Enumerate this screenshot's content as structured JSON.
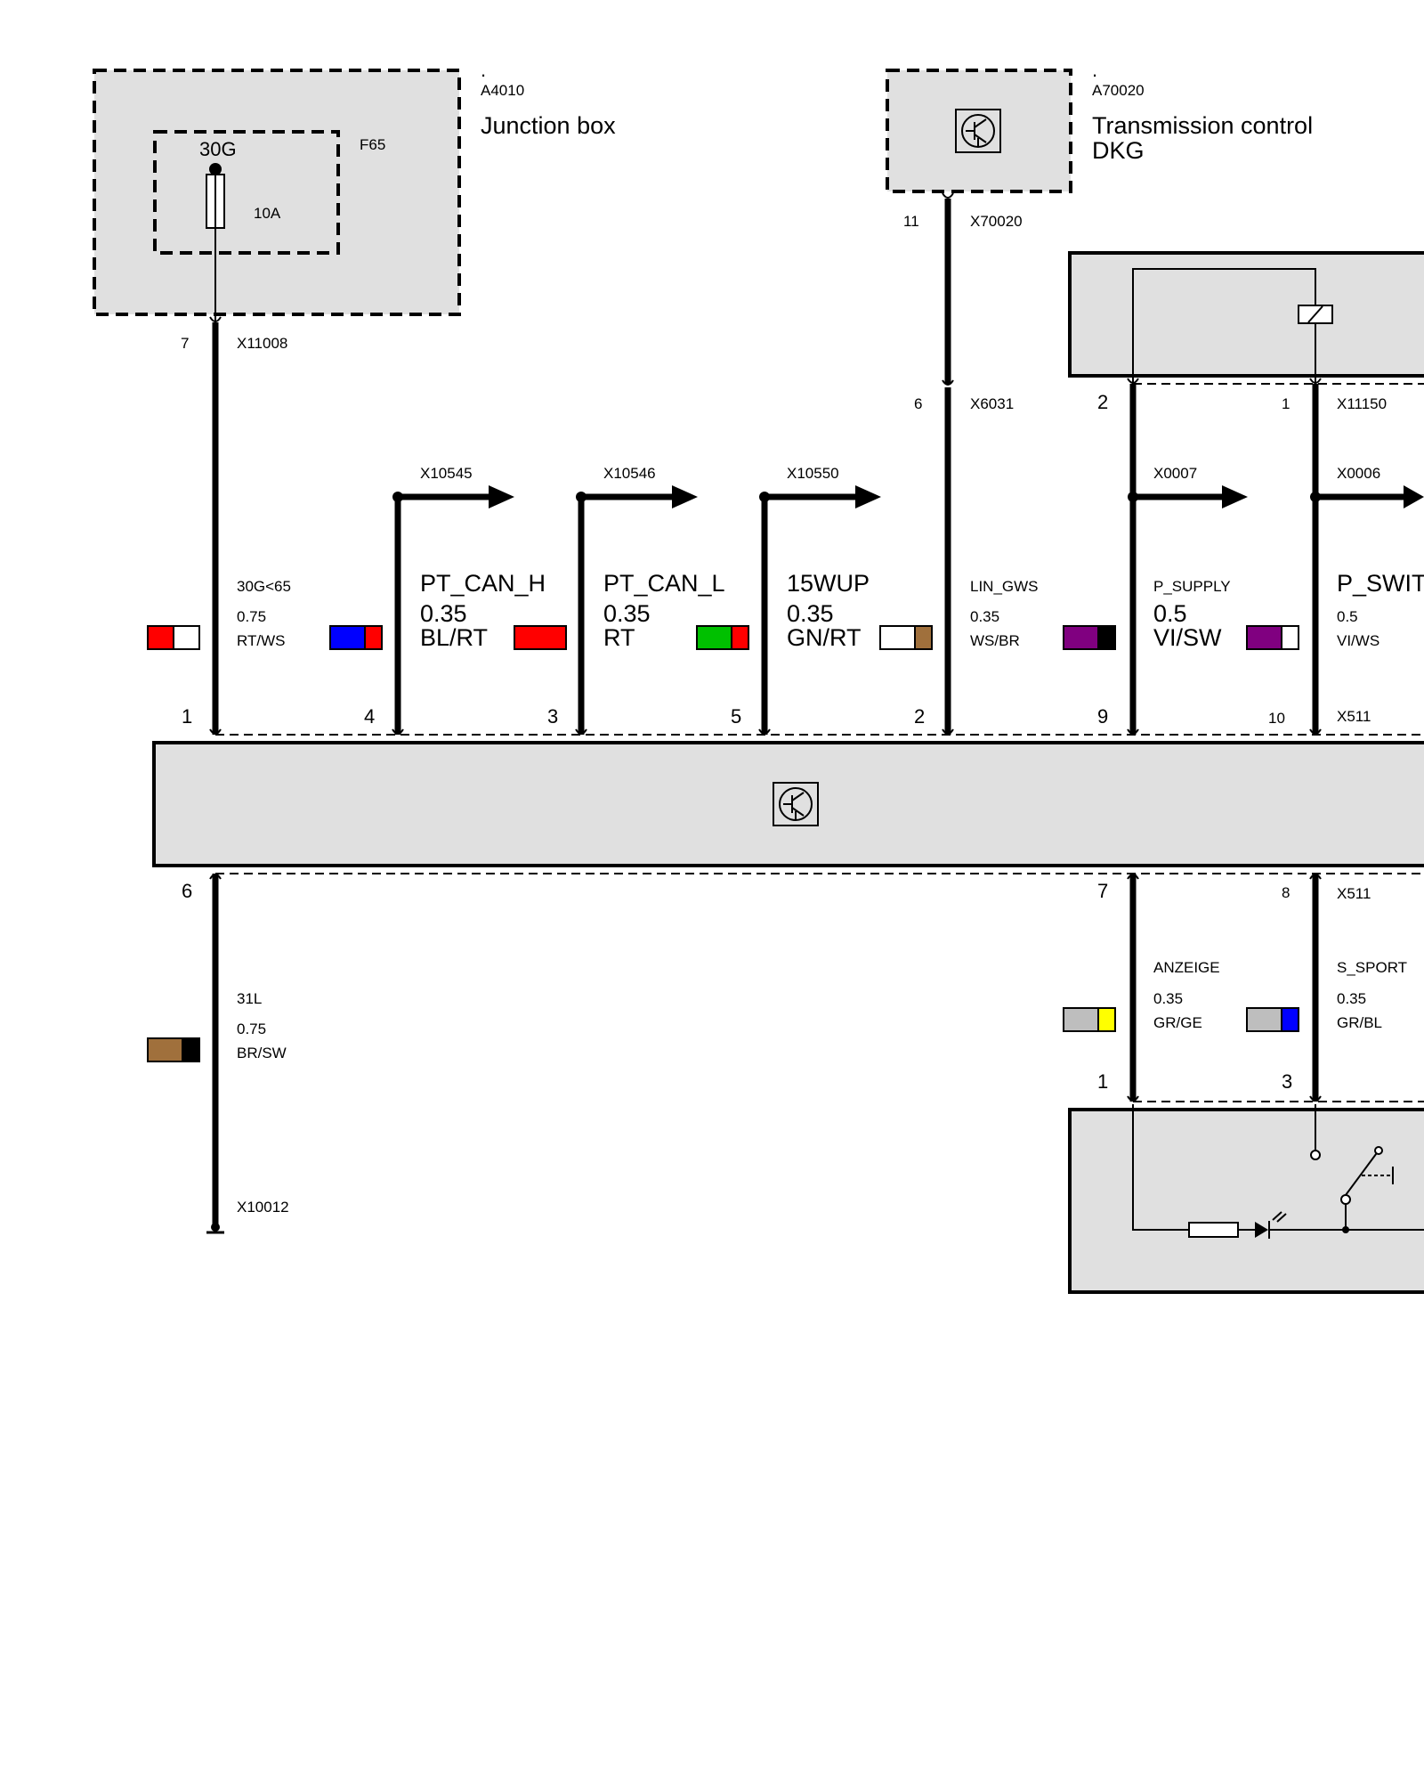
{
  "junction_box": {
    "dot": ".",
    "code": "A4010",
    "name": "Junction box",
    "fuse_terminal": "30G",
    "fuse_id": "F65",
    "fuse_rating": "10A",
    "pin": "7",
    "connector": "X11008"
  },
  "transmission_control": {
    "dot": ".",
    "code": "A70020",
    "name_line1": "Transmission control",
    "name_line2": "DKG",
    "pin": "11",
    "connector": "X70020",
    "inline_pin": "6",
    "inline_connector": "X6031"
  },
  "relay_module": {
    "pin_a": "2",
    "pin_b": "1",
    "connector": "X11150"
  },
  "branches": [
    {
      "connector": "X10545"
    },
    {
      "connector": "X10546"
    },
    {
      "connector": "X10550"
    },
    {
      "connector": "X0007"
    },
    {
      "connector": "X0006"
    }
  ],
  "top_wires": [
    {
      "signal": "30G<65",
      "gauge": "0.75",
      "color_code": "RT/WS",
      "colors": [
        "#ff0000",
        "#ffffff"
      ],
      "pin": "1"
    },
    {
      "signal": "PT_CAN_H",
      "gauge": "0.35",
      "color_code": "BL/RT",
      "colors": [
        "#0000ff",
        "#ff0000"
      ],
      "pin": "4"
    },
    {
      "signal": "PT_CAN_L",
      "gauge": "0.35",
      "color_code": "RT",
      "colors": [
        "#ff0000",
        "#ff0000"
      ],
      "pin": "3"
    },
    {
      "signal": "15WUP",
      "gauge": "0.35",
      "color_code": "GN/RT",
      "colors": [
        "#00c000",
        "#ff0000"
      ],
      "pin": "5"
    },
    {
      "signal": "LIN_GWS",
      "gauge": "0.35",
      "color_code": "WS/BR",
      "colors": [
        "#ffffff",
        "#a0703c"
      ],
      "pin": "2"
    },
    {
      "signal": "P_SUPPLY",
      "gauge": "0.5",
      "color_code": "VI/SW",
      "colors": [
        "#800080",
        "#000000"
      ],
      "pin": "9"
    },
    {
      "signal": "P_SWITCH",
      "gauge": "0.5",
      "color_code": "VI/WS",
      "colors": [
        "#800080",
        "#ffffff"
      ],
      "pin": "10"
    }
  ],
  "main_connector": "X511",
  "bottom_wires": [
    {
      "signal": "31L",
      "gauge": "0.75",
      "color_code": "BR/SW",
      "colors": [
        "#a0703c",
        "#000000"
      ],
      "pin": "6",
      "end_connector": "X10012"
    },
    {
      "signal": "ANZEIGE",
      "gauge": "0.35",
      "color_code": "GR/GE",
      "colors": [
        "#bebebe",
        "#ffff00"
      ],
      "pin": "7",
      "lower_pin": "1"
    },
    {
      "signal": "S_SPORT",
      "gauge": "0.35",
      "color_code": "GR/BL",
      "colors": [
        "#bebebe",
        "#0000ff"
      ],
      "pin": "8",
      "lower_pin": "3"
    }
  ],
  "bottom_connector": "X511"
}
